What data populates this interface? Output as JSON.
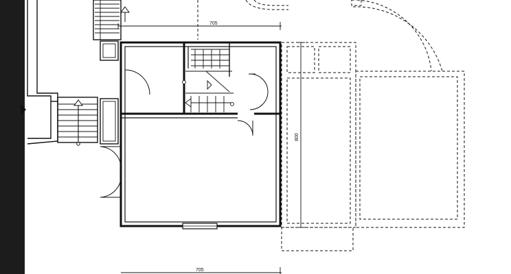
{
  "drawing": {
    "dimensions": {
      "top_width": "705",
      "bottom_width": "705",
      "right_height": "800"
    }
  }
}
